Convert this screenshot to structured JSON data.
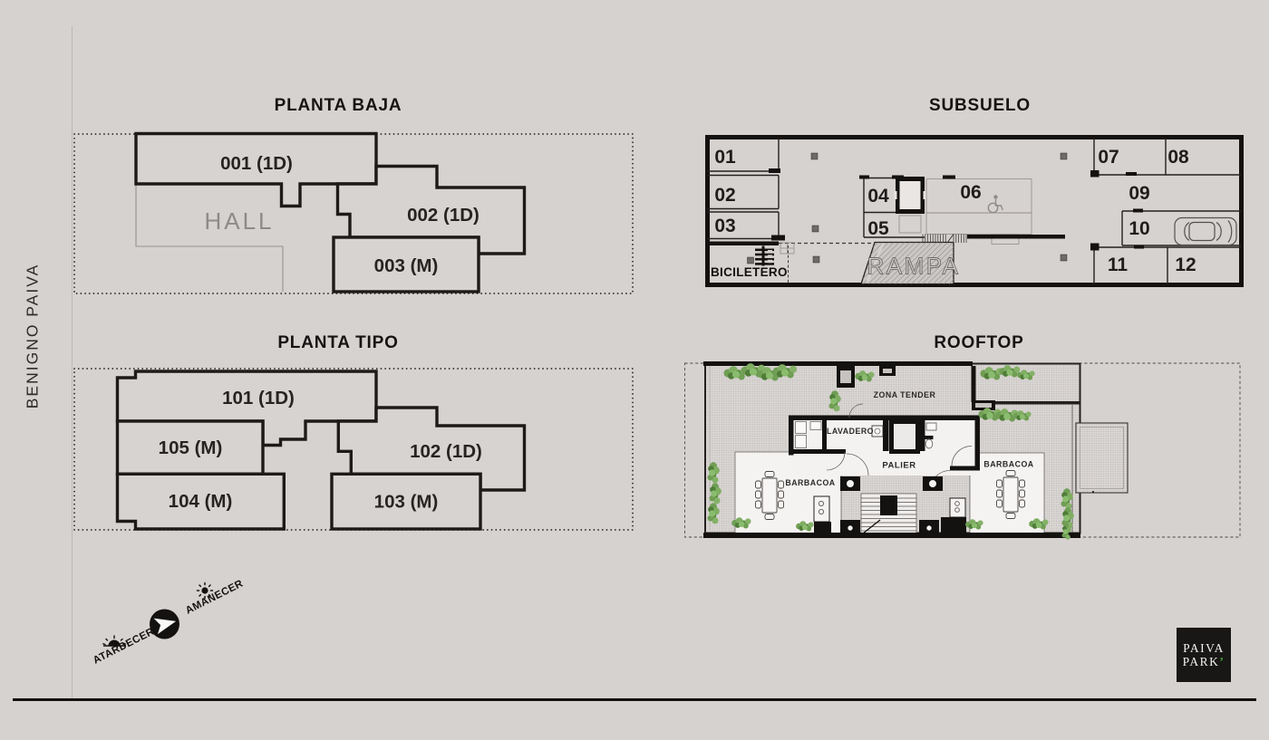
{
  "street": {
    "label": "BENIGNO PAIVA"
  },
  "titles": {
    "planta_baja": "PLANTA BAJA",
    "subsuelo": "SUBSUELO",
    "planta_tipo": "PLANTA TIPO",
    "rooftop": "ROOFTOP"
  },
  "planta_baja": {
    "unit_001": "001 (1D)",
    "unit_002": "002 (1D)",
    "unit_003": "003 (M)",
    "hall": "HALL"
  },
  "planta_tipo": {
    "unit_101": "101 (1D)",
    "unit_102": "102 (1D)",
    "unit_103": "103 (M)",
    "unit_104": "104 (M)",
    "unit_105": "105 (M)"
  },
  "subsuelo": {
    "spots": [
      "01",
      "02",
      "03",
      "04",
      "05",
      "06",
      "07",
      "08",
      "09",
      "10",
      "11",
      "12"
    ],
    "biciletero": "BICILETERO",
    "rampa": "RAMPA"
  },
  "rooftop": {
    "zona_tender": "ZONA TENDER",
    "lavadero": "LAVADERO",
    "palier": "PALIER",
    "barbacoa_left": "BARBACOA",
    "barbacoa_right": "BARBACOA"
  },
  "compass": {
    "sunrise": "AMANECER",
    "sunset": "ATARDECER"
  },
  "logo": {
    "line1": "PAIVA",
    "line2": "PARK",
    "accent": "’"
  },
  "colors": {
    "background": "#d6d2d0",
    "ink": "#1d1a19",
    "muted": "#918d8b",
    "plant_green": "#6f9e54",
    "logo_bg": "#181715",
    "logo_accent": "#43a339"
  }
}
